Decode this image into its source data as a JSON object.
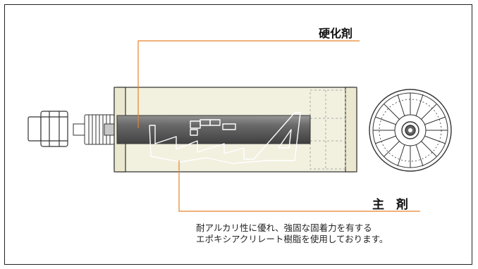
{
  "labels": {
    "hardener": "硬化剤",
    "main_agent": "主　剤"
  },
  "description": {
    "line1": "耐アルカリ性に優れ、強固な固着力を有する",
    "line2": "エポキシアクリレート樹脂を使用しております。"
  },
  "colors": {
    "leader_line": "#e8822a",
    "cartridge_body": "#f2f0df",
    "hardener_tube": "#5c5c5c",
    "outline": "#333333"
  },
  "icons": {
    "cartridge": "two-part-cartridge",
    "end_view": "cartridge-end-view",
    "nozzle": "nozzle-cap",
    "logo": "brand-logo-outline"
  }
}
